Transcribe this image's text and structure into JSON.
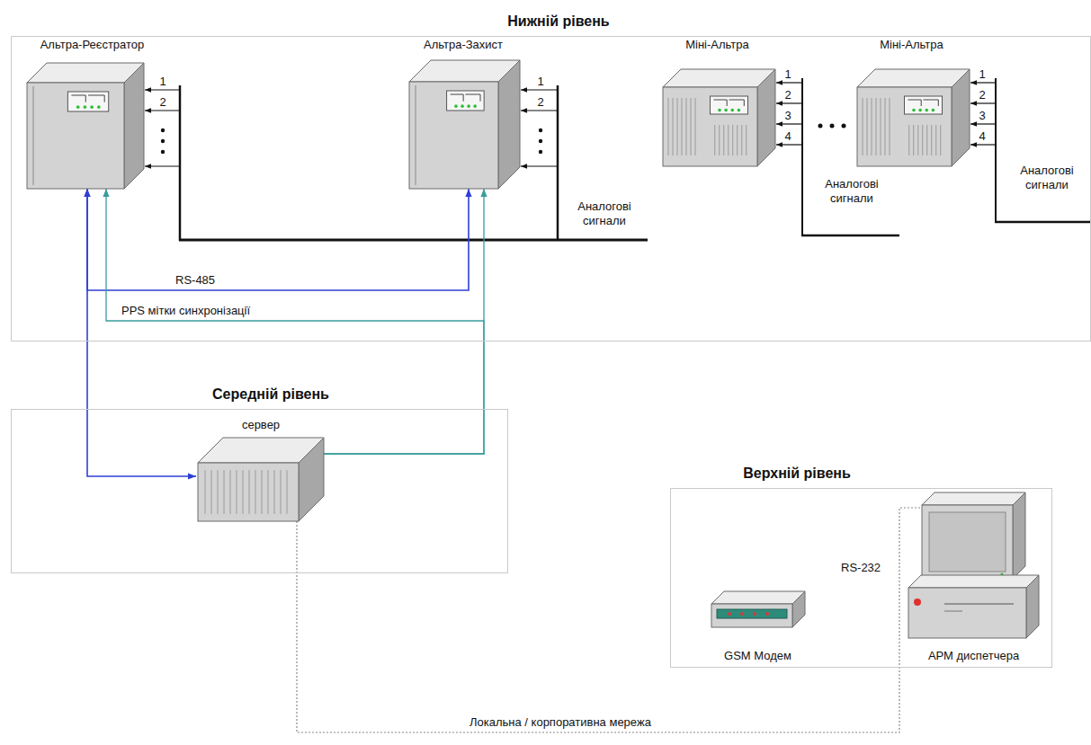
{
  "diagram": {
    "nodes": [
      {
        "text": [
          "Нижній рівень"
        ]
      },
      {
        "text": [
          "Альтра-Реєстратор"
        ],
        "in": 0
      },
      {
        "text": [
          "Альтра-Захист"
        ],
        "in": 0
      },
      {
        "text": [
          "Міні-Альтра"
        ],
        "in": 0
      },
      {
        "text": [
          "Міні-Альтра"
        ],
        "in": 0
      },
      {
        "text": [
          "Середній рівень"
        ]
      },
      {
        "text": [
          "сервер"
        ],
        "in": 5
      },
      {
        "text": [
          "Верхній рівень"
        ]
      },
      {
        "text": [
          "GSM Модем"
        ],
        "in": 7
      },
      {
        "text": [
          "АРМ диспетчера"
        ],
        "in": 7
      }
    ],
    "edges": [
      {
        "from": 1,
        "to": 2,
        "arrow": "both",
        "label": "RS-485"
      },
      {
        "from": 6,
        "to": 1,
        "arrow": "both"
      },
      {
        "from": 6,
        "to": 2,
        "arrow": "to"
      },
      {
        "from": 6,
        "to": 1,
        "arrow": "to",
        "label": "PPS мітки синхронізації"
      },
      {
        "from": 6,
        "to": 9,
        "arrow": "none",
        "label": "Локальна / корпоративна мережа"
      }
    ],
    "labels": [
      "1",
      "2",
      "1",
      "2",
      "Аналогові сигнали",
      "1",
      "2",
      "3",
      "4",
      "Аналогові сигнали",
      "1",
      "2",
      "3",
      "4",
      "Аналогові сигнали",
      "RS-232"
    ]
  }
}
